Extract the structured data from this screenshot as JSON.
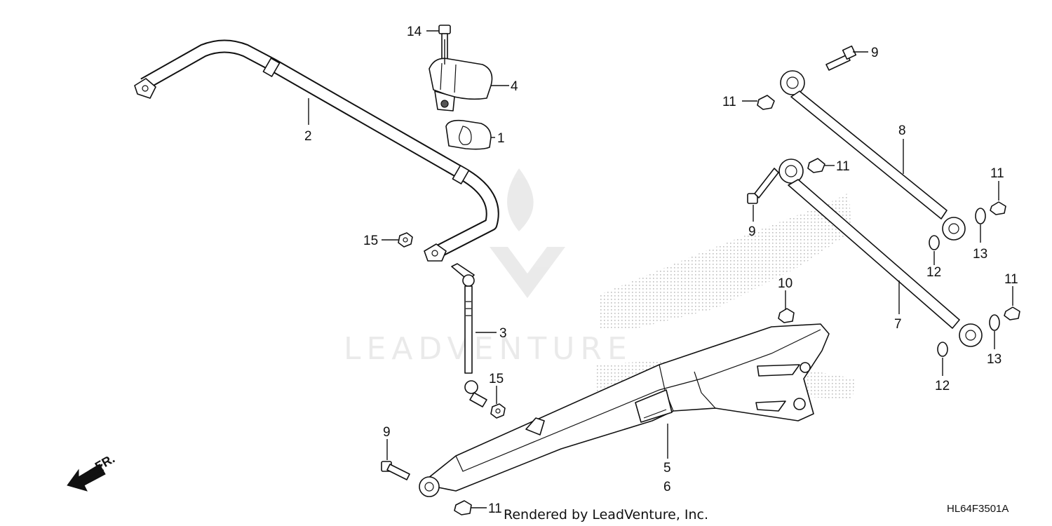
{
  "callouts": {
    "p14": "14",
    "p4": "4",
    "p2": "2",
    "p1": "1",
    "p15a": "15",
    "p3": "3",
    "p15b": "15",
    "p9a": "9",
    "p11a": "11",
    "p8": "8",
    "p11b": "11",
    "p9b": "9",
    "p11c": "11",
    "p13a": "13",
    "p12a": "12",
    "p10": "10",
    "p7": "7",
    "p11d": "11",
    "p13b": "13",
    "p12b": "12",
    "p5": "5",
    "p6": "6",
    "p9c": "9",
    "p11e": "11"
  },
  "direction_marker": "FR.",
  "watermark_text": "LEADVENTURE",
  "footer_credit": "Rendered by LeadVenture, Inc.",
  "diagram_code": "HL64F3501A"
}
